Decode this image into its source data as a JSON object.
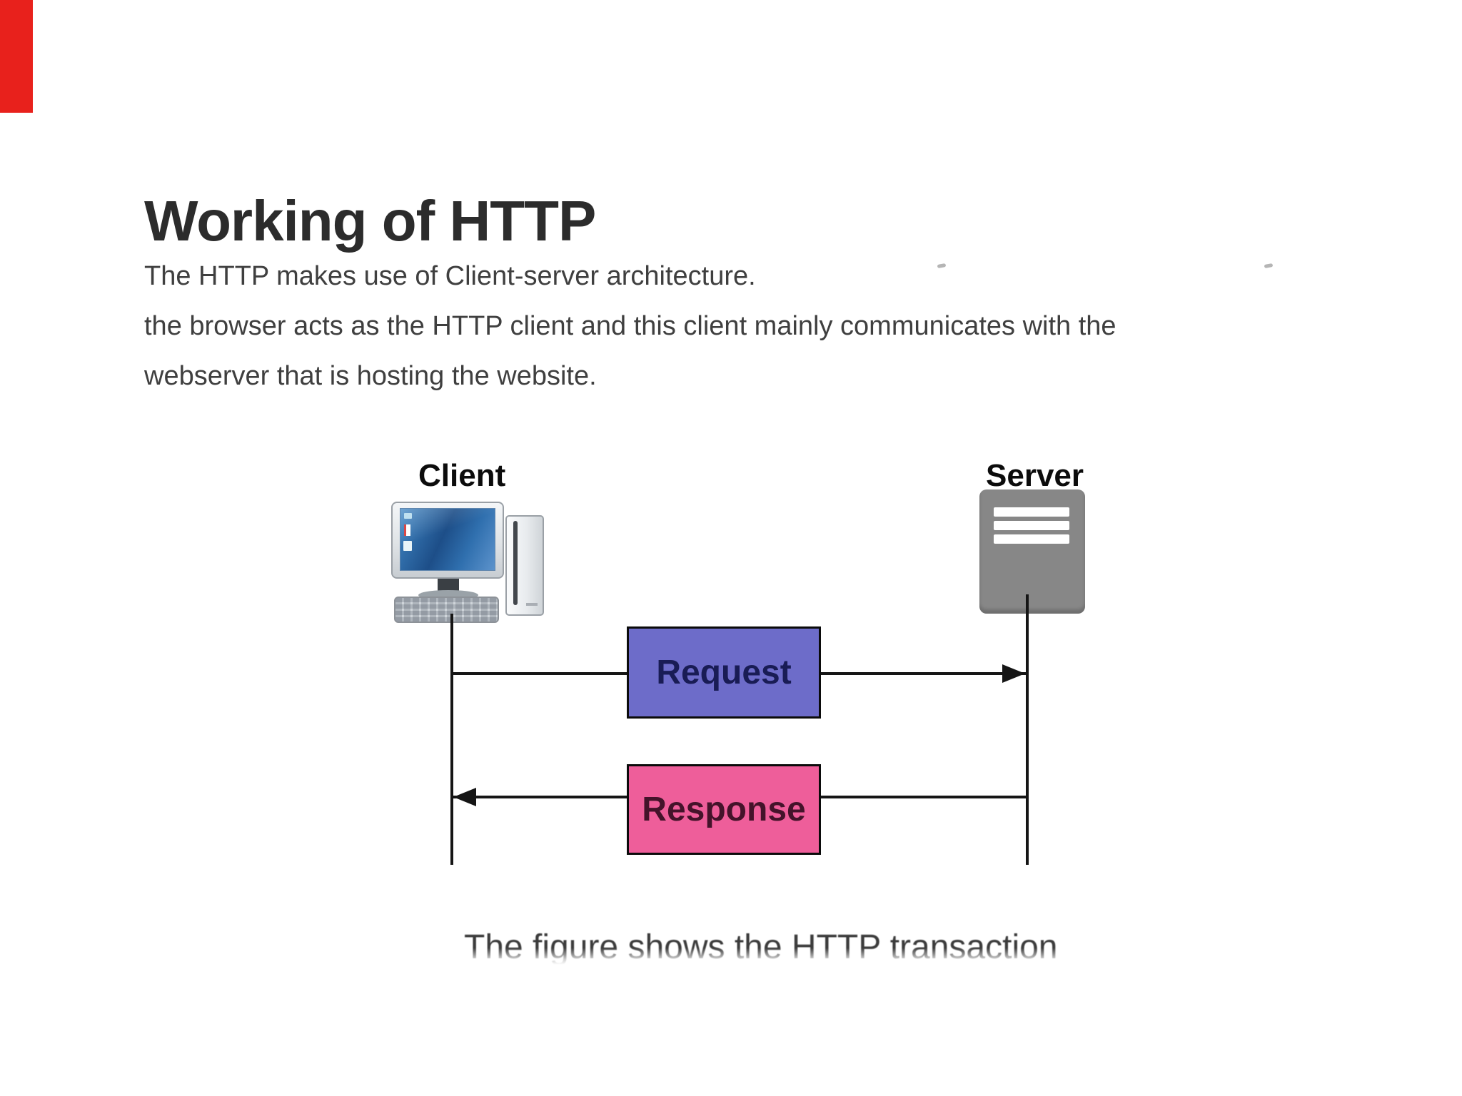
{
  "meta": {
    "background_color": "#ffffff",
    "red_bar_color": "#e8211c",
    "text_color": "#3f3f3f",
    "heading_color": "#2c2c2c",
    "diagram_line_color": "#151515"
  },
  "article": {
    "title": "Working of HTTP",
    "paragraph_lines": [
      "The HTTP makes use of Client-server architecture.",
      "the browser acts as the HTTP client and this client mainly communicates with the",
      "webserver that is hosting the website."
    ],
    "caption": "The figure shows the HTTP transaction"
  },
  "diagram": {
    "client": {
      "label": "Client"
    },
    "server": {
      "label": "Server",
      "body_color": "#878787"
    },
    "request": {
      "label": "Request",
      "fill_color": "#6d6cc9",
      "text_color": "#191c55"
    },
    "response": {
      "label": "Response",
      "fill_color": "#ee5e9a",
      "text_color": "#44132a"
    }
  }
}
